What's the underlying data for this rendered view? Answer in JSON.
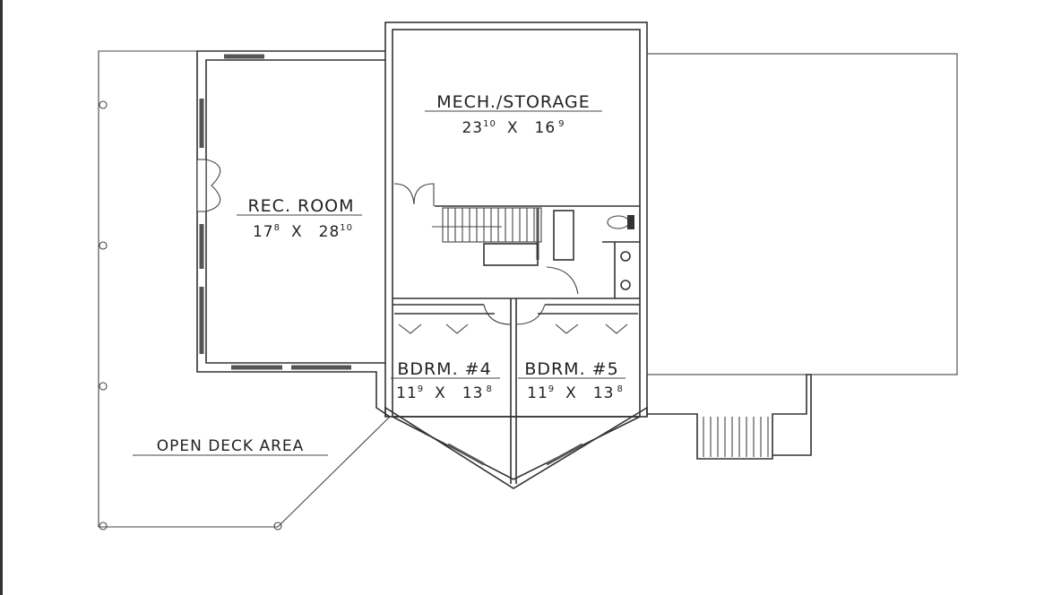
{
  "plan": {
    "rooms": [
      {
        "id": "rec",
        "name": "REC. ROOM",
        "w": "17",
        "w_in": "8",
        "l": "28",
        "l_in": "10"
      },
      {
        "id": "mech",
        "name": "MECH./STORAGE",
        "w": "23",
        "w_in": "10",
        "l": "16",
        "l_in": "9"
      },
      {
        "id": "bd4",
        "name": "BDRM. #4",
        "w": "11",
        "w_in": "9",
        "l": "13",
        "l_in": "8"
      },
      {
        "id": "bd5",
        "name": "BDRM. #5",
        "w": "11",
        "w_in": "9",
        "l": "13",
        "l_in": "8"
      }
    ],
    "deck_label": "OPEN DECK AREA",
    "x_sep": "X"
  },
  "colors": {
    "line": "#333333",
    "background": "#ffffff"
  }
}
